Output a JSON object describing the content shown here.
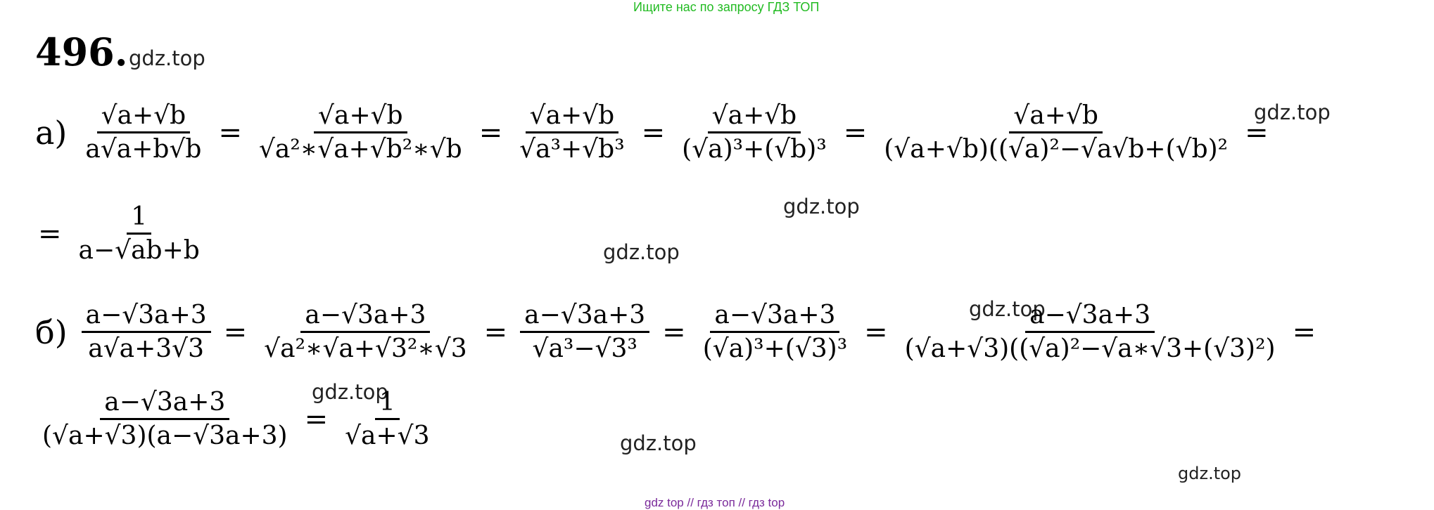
{
  "header": {
    "search_hint": "Ищите нас по запросу ГДЗ ТОП",
    "search_hint_color": "#22bb22"
  },
  "problem": {
    "number": "496."
  },
  "watermarks": [
    "gdz.top",
    "gdz.top",
    "gdz.top",
    "gdz.top",
    "gdz.top",
    "gdz.top",
    "gdz.top",
    "gdz.top"
  ],
  "part_a": {
    "label": "а)",
    "f1": {
      "num": "√a+√b",
      "den": "a√a+b√b"
    },
    "f2": {
      "num": "√a+√b",
      "den": "√a²∗√a+√b²∗√b"
    },
    "f3": {
      "num": "√a+√b",
      "den": "√a³+√b³"
    },
    "f4": {
      "num": "√a+√b",
      "den": "(√a)³+(√b)³"
    },
    "f5": {
      "num": "√a+√b",
      "den": "(√a+√b)((√a)²−√a√b+(√b)²"
    },
    "eq": "=",
    "r1": {
      "num": "1",
      "den": "a−√ab+b"
    }
  },
  "part_b": {
    "label": "б)",
    "f1": {
      "num": "a−√3a+3",
      "den": "a√a+3√3"
    },
    "f2": {
      "num": "a−√3a+3",
      "den": "√a²∗√a+√3²∗√3"
    },
    "f3": {
      "num": "a−√3a+3",
      "den": "√a³−√3³"
    },
    "f4": {
      "num": "a−√3a+3",
      "den": "(√a)³+(√3)³"
    },
    "f5": {
      "num": "a−√3a+3",
      "den": "(√a+√3)((√a)²−√a∗√3+(√3)²)"
    },
    "eq": "=",
    "r1": {
      "num": "a−√3a+3",
      "den": "(√a+√3)(a−√3a+3)"
    },
    "r2": {
      "num": "1",
      "den": "√a+√3"
    }
  },
  "footer": {
    "links": "gdz top  //  гдз топ  //  гдз top",
    "links_color": "#7a2a9a"
  }
}
